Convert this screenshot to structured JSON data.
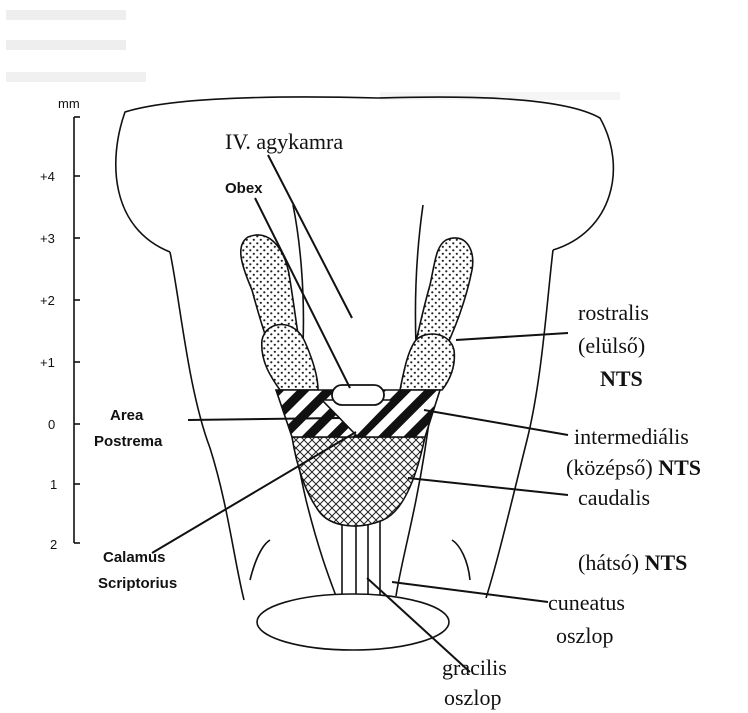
{
  "scale": {
    "unit": "mm",
    "ticks": [
      "+4",
      "+3",
      "+2",
      "+1",
      "0",
      "1",
      "2"
    ]
  },
  "labels": {
    "ventricle": "IV. agykamra",
    "obex": "Obex",
    "area_postrema_line1": "Area",
    "area_postrema_line2": "Postrema",
    "calamus_line1": "Calamus",
    "calamus_line2": "Scriptorius",
    "rostral_line1": "rostralis",
    "rostral_line2": "(elülső)",
    "rostral_line3": "NTS",
    "intermediate_line1": "intermediális",
    "intermediate_line2_plain": "(középső)",
    "intermediate_line2_bold": "NTS",
    "caudal_line1": "caudalis",
    "caudal_line2_plain": "(hátsó)",
    "caudal_line2_bold": "NTS",
    "cuneatus_line1": "cuneatus",
    "cuneatus_line2": "oszlop",
    "gracilis_line1": "gracilis",
    "gracilis_line2": "oszlop"
  },
  "colors": {
    "ink": "#111111",
    "background": "#ffffff"
  }
}
